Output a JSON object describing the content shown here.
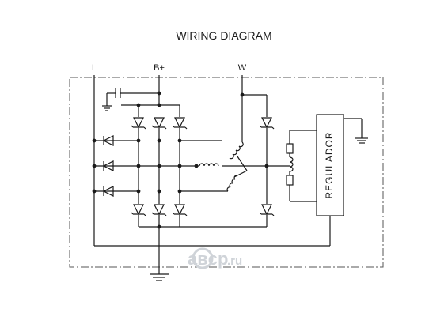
{
  "diagram": {
    "title": "WIRING DIAGRAM",
    "terminals": {
      "l": "L",
      "b_plus": "B+",
      "w": "W"
    },
    "regulator_label": "REGULADOR",
    "watermark": {
      "main": "aвcp",
      "suffix": ".ru"
    },
    "line_color": "#1a1a1a",
    "boundary_color": "#555555",
    "watermark_color": "#cfd3d8"
  }
}
